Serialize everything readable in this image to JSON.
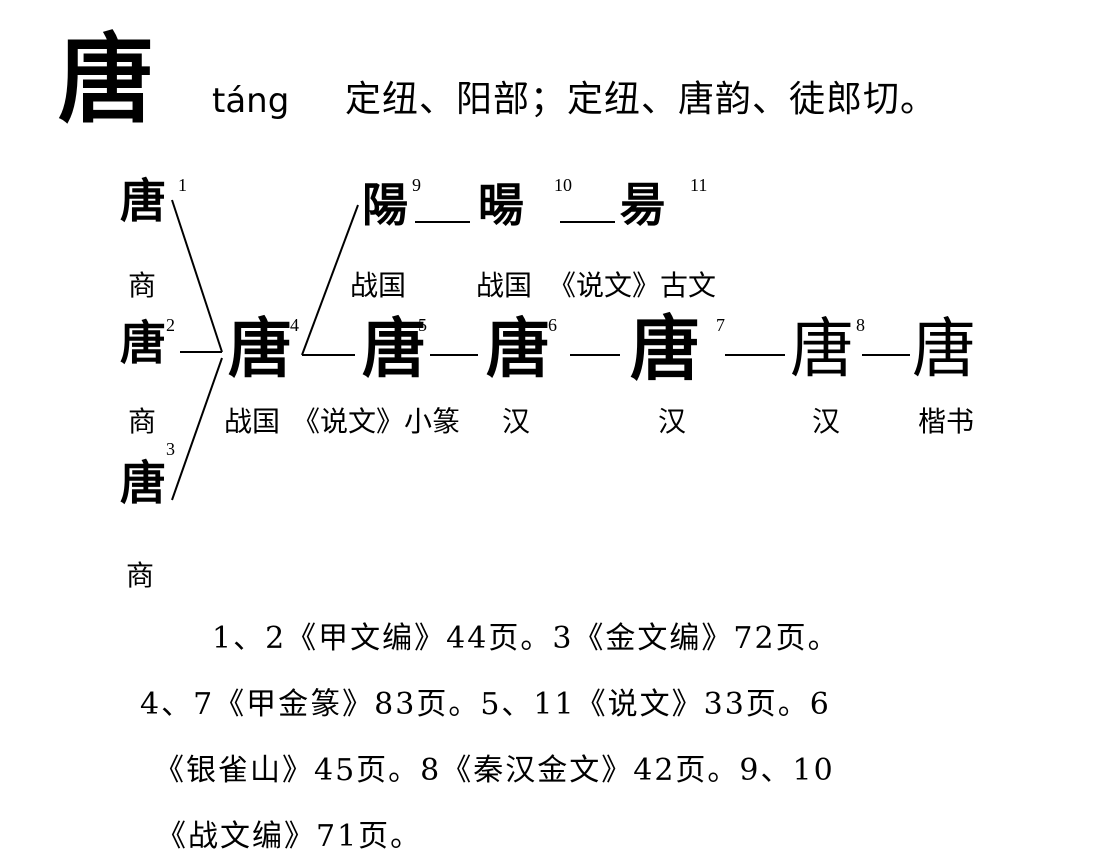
{
  "headword": "唐",
  "pinyin": "táng",
  "readings": "定纽、阳部；定纽、唐韵、徒郎切。",
  "forms": [
    {
      "num": "1",
      "glyph": "唐",
      "caption": "商"
    },
    {
      "num": "2",
      "glyph": "唐",
      "caption": "商"
    },
    {
      "num": "3",
      "glyph": "唐",
      "caption": "商"
    },
    {
      "num": "4",
      "glyph": "唐"
    },
    {
      "num": "5",
      "glyph": "唐"
    },
    {
      "num": "6",
      "glyph": "唐",
      "caption": "汉"
    },
    {
      "num": "7",
      "glyph": "唐",
      "caption": "汉"
    },
    {
      "num": "8",
      "glyph": "唐",
      "caption": "汉"
    },
    {
      "glyph": "唐",
      "caption": "楷书"
    },
    {
      "num": "9",
      "glyph": "陽",
      "caption": "战国"
    },
    {
      "num": "10",
      "glyph": "暘",
      "caption": "战国"
    },
    {
      "num": "11",
      "glyph": "昜",
      "caption": "《说文》古文"
    }
  ],
  "caption_4": "战国",
  "caption_5": "《说文》小篆",
  "sources": [
    "1、2《甲文编》44页。3《金文编》72页。",
    "4、7《甲金篆》83页。5、11《说文》33页。6",
    "《银雀山》45页。8《秦汉金文》42页。9、10",
    "《战文编》71页。"
  ]
}
